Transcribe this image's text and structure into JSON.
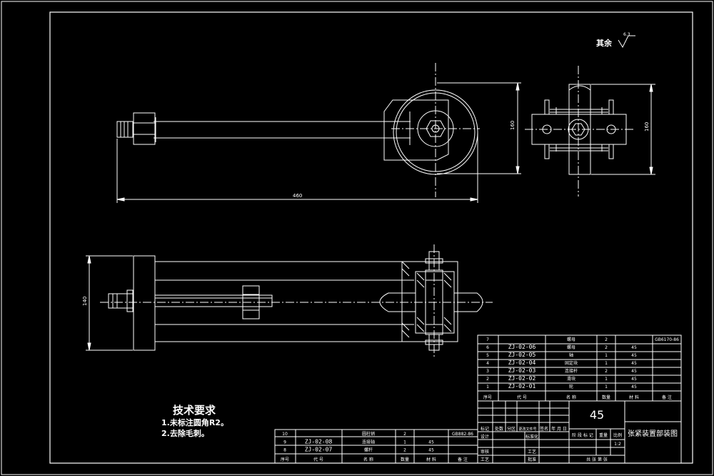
{
  "surface": {
    "label": "其余",
    "symbol": "6.3"
  },
  "dimensions": {
    "top_length": "460",
    "top_height": "160",
    "right_height": "160",
    "front_height": "140"
  },
  "tech_requirements": {
    "title": "技术要求",
    "items": [
      "1.未标注圆角R2。",
      "2.去除毛刺。"
    ]
  },
  "parts_upper": {
    "headers": [
      "序号",
      "代  号",
      "名  称",
      "数量",
      "材  料",
      "备  注"
    ],
    "rows": [
      {
        "no": "7",
        "code": "",
        "name": "螺母",
        "qty": "2",
        "mat": "",
        "note": "GB6170-86"
      },
      {
        "no": "6",
        "code": "ZJ-02-06",
        "name": "螺母",
        "qty": "2",
        "mat": "45",
        "note": ""
      },
      {
        "no": "5",
        "code": "ZJ-02-05",
        "name": "轴",
        "qty": "1",
        "mat": "45",
        "note": ""
      },
      {
        "no": "4",
        "code": "ZJ-02-04",
        "name": "固定块",
        "qty": "1",
        "mat": "45",
        "note": ""
      },
      {
        "no": "3",
        "code": "ZJ-02-03",
        "name": "连接杆",
        "qty": "2",
        "mat": "45",
        "note": ""
      },
      {
        "no": "2",
        "code": "ZJ-02-02",
        "name": "滑块",
        "qty": "1",
        "mat": "45",
        "note": ""
      },
      {
        "no": "1",
        "code": "ZJ-02-01",
        "name": "轮",
        "qty": "1",
        "mat": "45",
        "note": ""
      }
    ]
  },
  "parts_lower": {
    "headers": [
      "序号",
      "代  号",
      "名  称",
      "数量",
      "材  料",
      "备  注"
    ],
    "rows": [
      {
        "no": "10",
        "code": "",
        "name": "圆柱销",
        "qty": "2",
        "mat": "",
        "note": "GB882-86"
      },
      {
        "no": "9",
        "code": "ZJ-02-08",
        "name": "连接轴",
        "qty": "1",
        "mat": "45",
        "note": ""
      },
      {
        "no": "8",
        "code": "ZJ-02-07",
        "name": "螺杆",
        "qty": "2",
        "mat": "45",
        "note": ""
      }
    ]
  },
  "title_block": {
    "material": "45",
    "drawing_title": "张紧装置部装图",
    "labels": {
      "mark": "标记",
      "count": "处数",
      "zone": "分区",
      "change_doc": "更改文件号",
      "sign": "签名",
      "date": "年 月 日",
      "design": "设计",
      "std": "标准化",
      "review": "审核",
      "craft": "工艺",
      "approve": "批准",
      "stage": "阶 段 标 记",
      "weight": "重量",
      "scale": "比例",
      "scale_value": "1:2",
      "sheets": "共   张   第   张"
    }
  }
}
